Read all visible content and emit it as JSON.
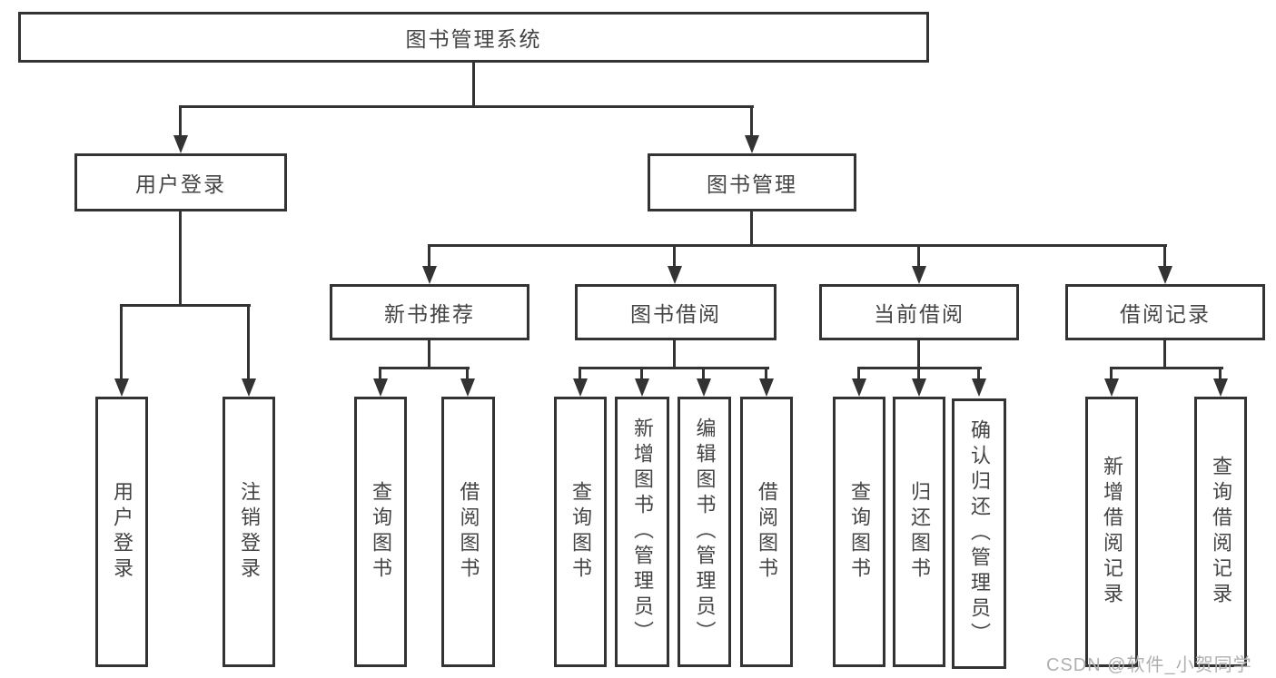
{
  "diagram_type": "hierarchy-tree",
  "tree": {
    "label": "图书管理系统",
    "children": [
      {
        "label": "用户登录",
        "children": [
          {
            "label": "用户登录"
          },
          {
            "label": "注销登录"
          }
        ]
      },
      {
        "label": "图书管理",
        "children": [
          {
            "label": "新书推荐",
            "children": [
              {
                "label": "查询图书"
              },
              {
                "label": "借阅图书"
              }
            ]
          },
          {
            "label": "图书借阅",
            "children": [
              {
                "label": "查询图书"
              },
              {
                "label": "新增图书（管理员）"
              },
              {
                "label": "编辑图书（管理员）"
              },
              {
                "label": "借阅图书"
              }
            ]
          },
          {
            "label": "当前借阅",
            "children": [
              {
                "label": "查询图书"
              },
              {
                "label": "归还图书"
              },
              {
                "label": "确认归还（管理员）"
              }
            ]
          },
          {
            "label": "借阅记录",
            "children": [
              {
                "label": "新增借阅记录"
              },
              {
                "label": "查询借阅记录"
              }
            ]
          }
        ]
      }
    ]
  },
  "watermark": "CSDN @软件_小贺同学",
  "colors": {
    "line": "#333333",
    "text": "#444444",
    "watermark": "#b0b0b0",
    "background": "#ffffff"
  }
}
